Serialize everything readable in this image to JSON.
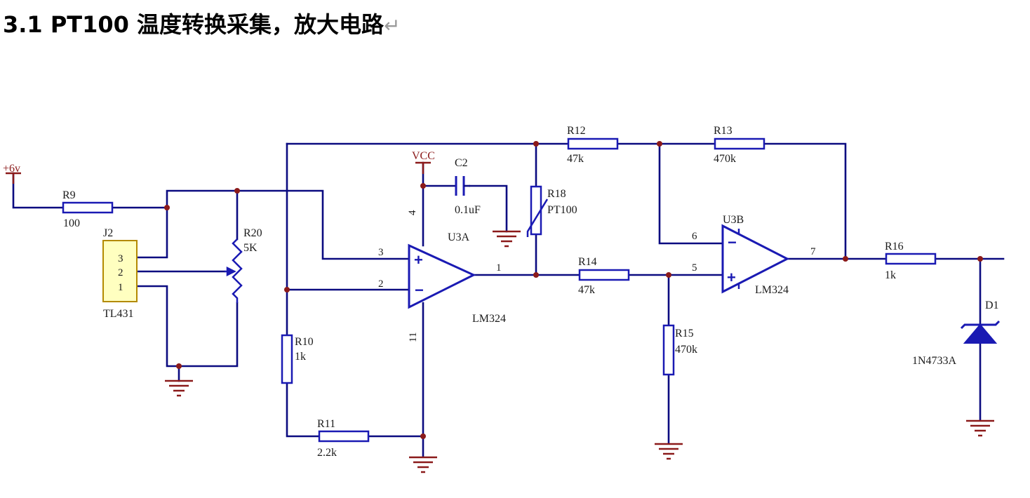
{
  "heading": {
    "text": "3.1 PT100 温度转换采集，放大电路",
    "paragraph_mark": "↵"
  },
  "colors": {
    "wire": "#0b0b80",
    "component": "#1a1ab3",
    "power": "#8b1a1a",
    "connector_fill": "#ffffc0",
    "connector_stroke": "#b38a00"
  },
  "power": {
    "plus6v": "+6v",
    "vcc": "VCC"
  },
  "components": {
    "R9": {
      "ref": "R9",
      "value": "100"
    },
    "R10": {
      "ref": "R10",
      "value": "1k"
    },
    "R11": {
      "ref": "R11",
      "value": "2.2k"
    },
    "R12": {
      "ref": "R12",
      "value": "47k"
    },
    "R13": {
      "ref": "R13",
      "value": "470k"
    },
    "R14": {
      "ref": "R14",
      "value": "47k"
    },
    "R15": {
      "ref": "R15",
      "value": "470k"
    },
    "R16": {
      "ref": "R16",
      "value": "1k"
    },
    "R18": {
      "ref": "R18",
      "value": "PT100"
    },
    "R20": {
      "ref": "R20",
      "value": "5K"
    },
    "C2": {
      "ref": "C2",
      "value": "0.1uF"
    },
    "J2": {
      "ref": "J2",
      "value": "TL431",
      "pins": [
        "3",
        "2",
        "1"
      ]
    },
    "U3A": {
      "ref": "U3A",
      "value": "LM324",
      "pins": {
        "in_plus": "3",
        "in_minus": "2",
        "out": "1",
        "vcc": "4",
        "gnd": "11"
      }
    },
    "U3B": {
      "ref": "U3B",
      "value": "LM324",
      "pins": {
        "in_minus": "6",
        "in_plus": "5",
        "out": "7"
      }
    },
    "D1": {
      "ref": "D1",
      "value": "1N4733A"
    }
  },
  "opamp_signs": {
    "plus": "+",
    "minus": "−"
  }
}
